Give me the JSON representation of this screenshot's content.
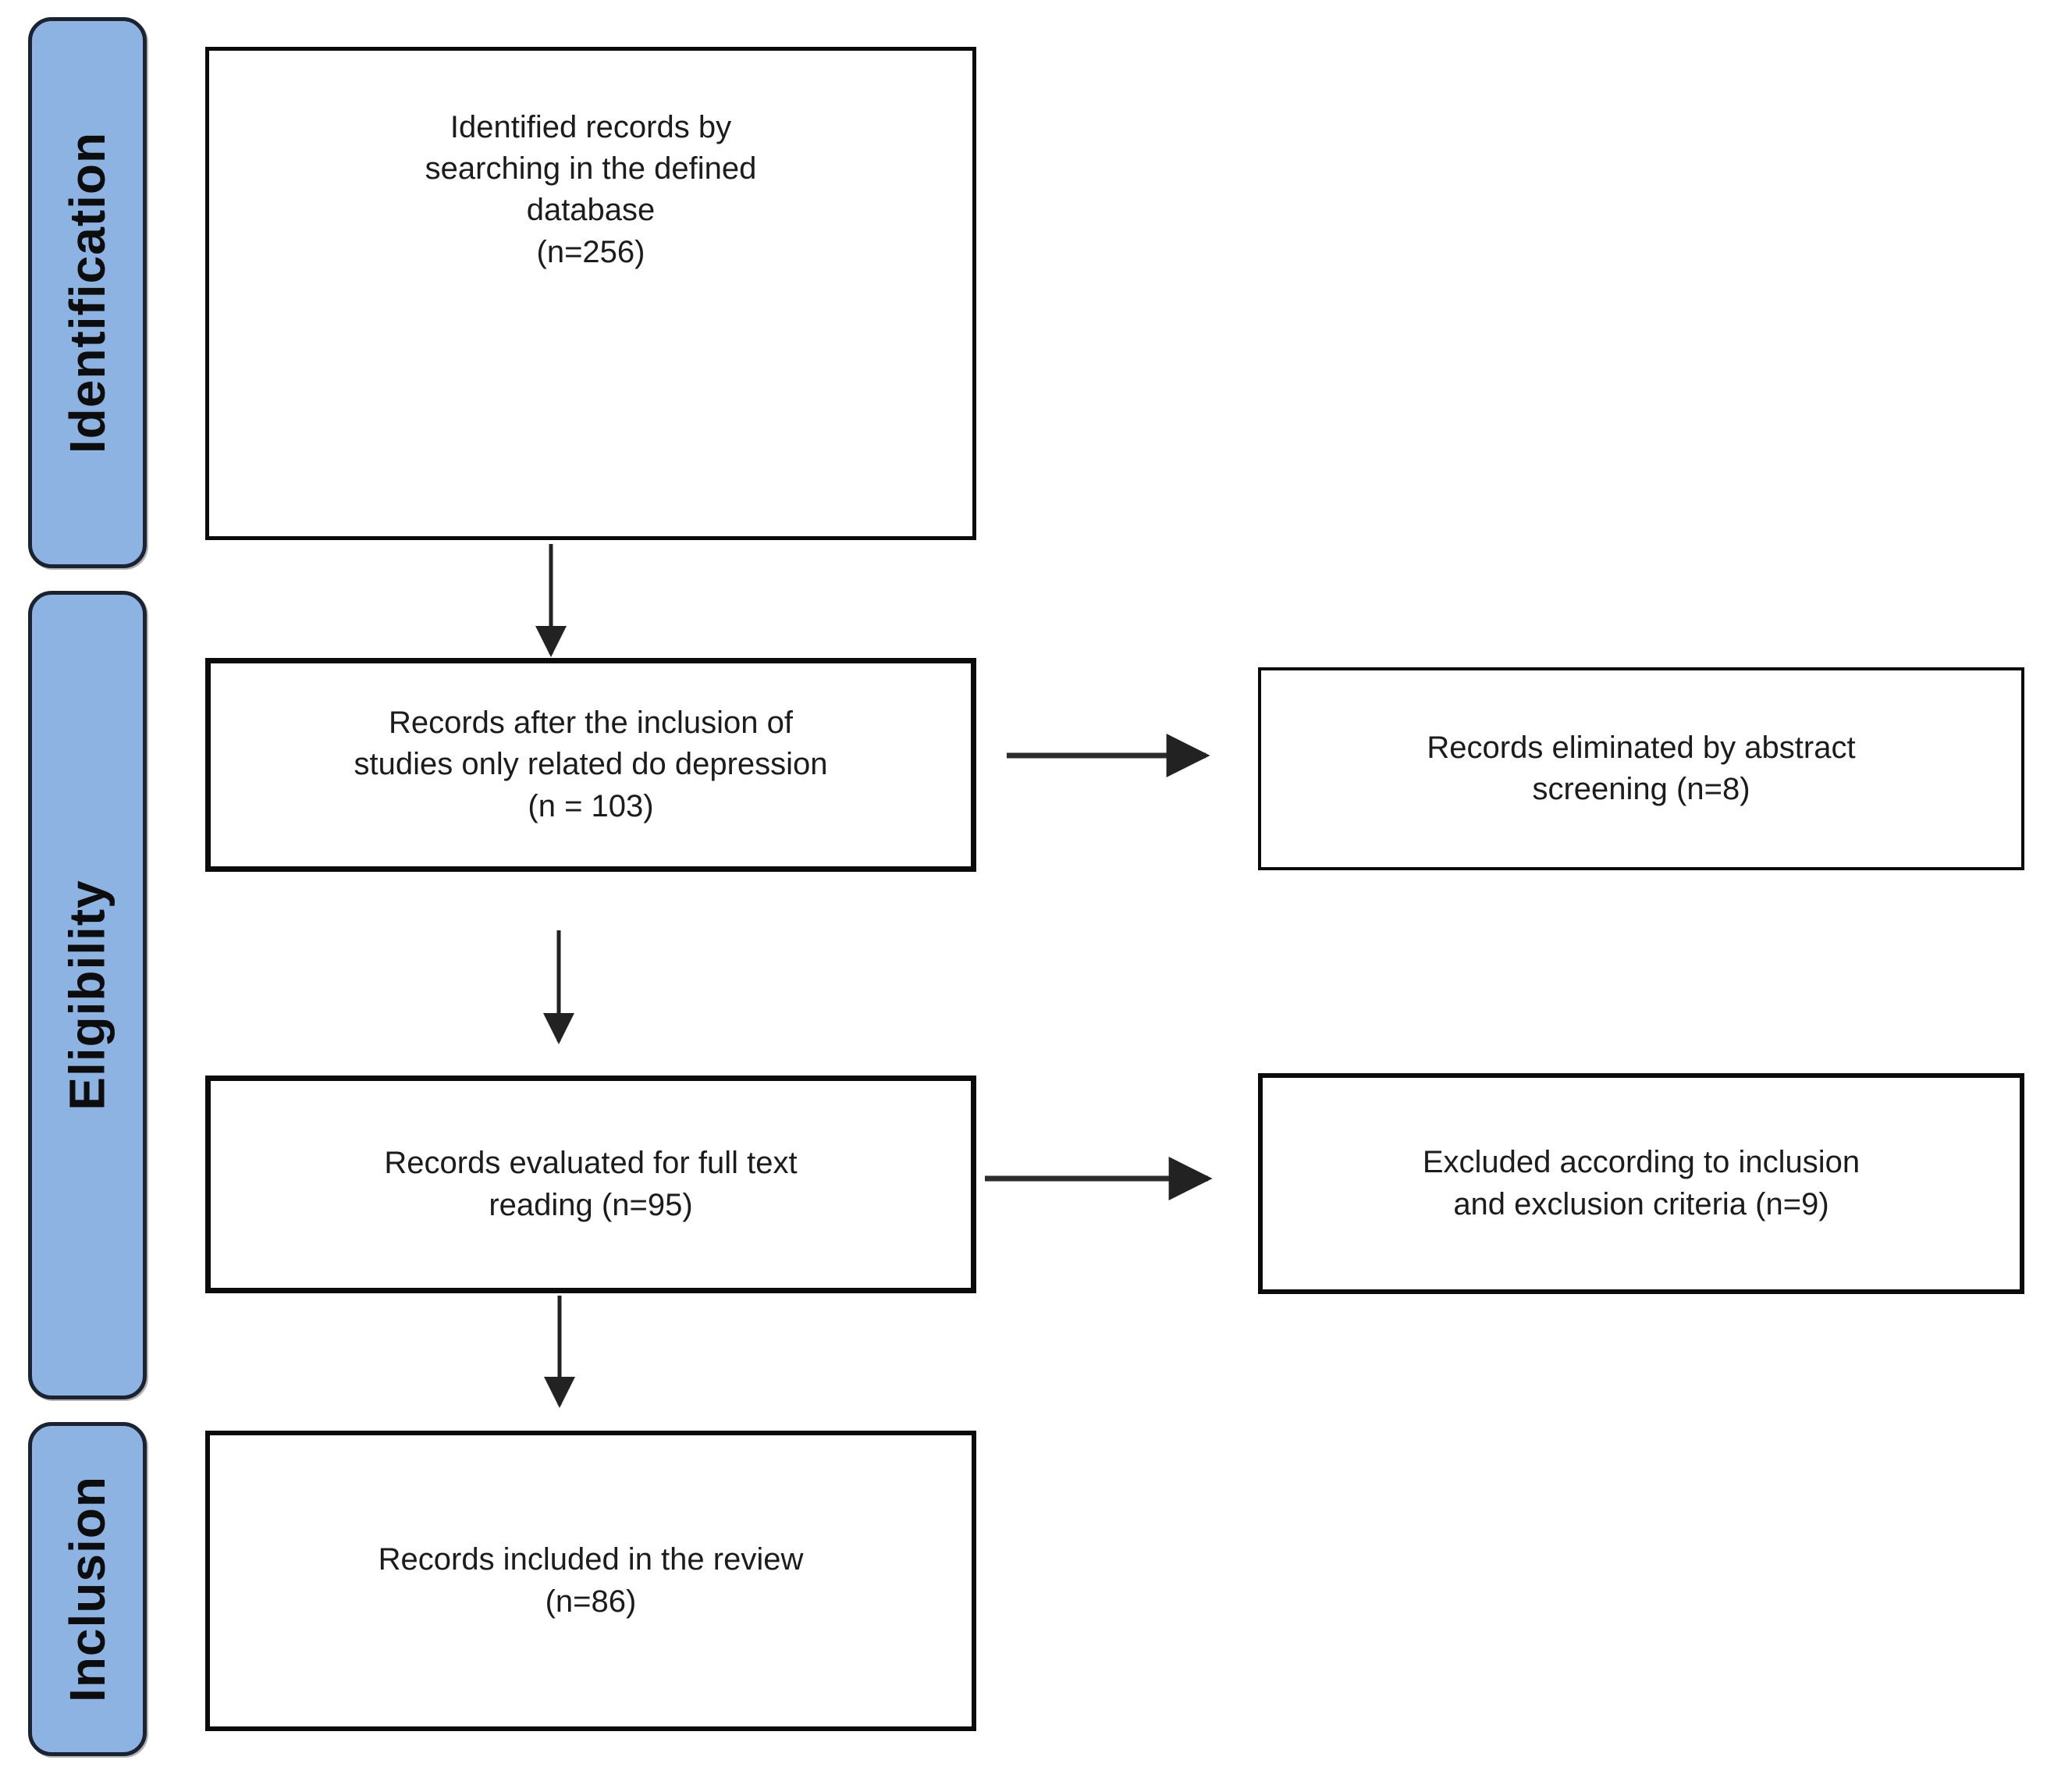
{
  "diagram": {
    "kind": "prisma-flow-diagram",
    "stages": [
      {
        "id": "identification",
        "label": "Identification"
      },
      {
        "id": "eligibility",
        "label": "Eligibility"
      },
      {
        "id": "inclusion",
        "label": "Inclusion"
      }
    ],
    "boxes": {
      "identified": {
        "text": "Identified records by\nsearching in the defined\ndatabase\n(n=256)",
        "n": 256
      },
      "after_inclusion": {
        "text": "Records after the inclusion of\nstudies only related do depression\n(n = 103)",
        "n": 103
      },
      "full_text": {
        "text": "Records evaluated for full text\nreading (n=95)",
        "n": 95
      },
      "included": {
        "text": "Records included in the review\n(n=86)",
        "n": 86
      },
      "eliminated_abstract": {
        "text": "Records eliminated by abstract\nscreening (n=8)",
        "n": 8
      },
      "excluded_criteria": {
        "text": "Excluded according to inclusion\nand exclusion criteria (n=9)",
        "n": 9
      }
    },
    "edges": [
      {
        "from": "identified",
        "to": "after_inclusion",
        "direction": "down"
      },
      {
        "from": "after_inclusion",
        "to": "full_text",
        "direction": "down"
      },
      {
        "from": "full_text",
        "to": "included",
        "direction": "down"
      },
      {
        "from": "after_inclusion",
        "to": "eliminated_abstract",
        "direction": "right"
      },
      {
        "from": "full_text",
        "to": "excluded_criteria",
        "direction": "right"
      }
    ],
    "colors": {
      "stage_fill": "#8DB3E2",
      "stage_border": "#1b2330",
      "box_border": "#0b0b0b",
      "text": "#1c1c1c",
      "arrow": "#222222",
      "background": "#ffffff"
    }
  }
}
